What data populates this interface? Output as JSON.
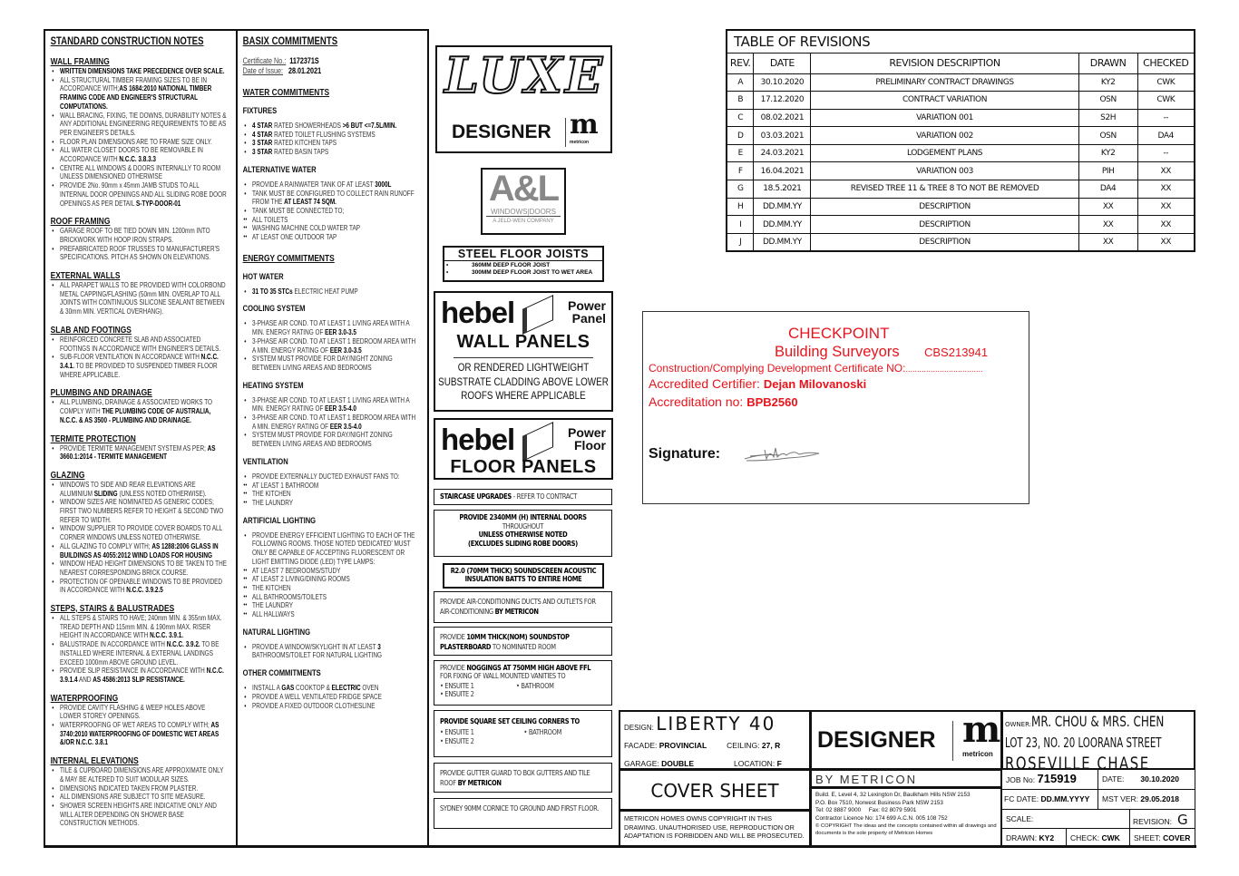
{
  "construction_notes": {
    "title": "STANDARD CONSTRUCTION NOTES",
    "sections": [
      {
        "heading": "WALL FRAMING",
        "items": [
          [
            "",
            "WRITTEN DIMENSIONS TAKE PRECEDENCE OVER SCALE."
          ],
          [
            "ALL STRUCTURAL TIMBER FRAMING SIZES TO BE IN ACCORDANCE WITH;",
            "AS 1684:2010 NATIONAL TIMBER FRAMING CODE AND ENGINEER'S STRUCTURAL COMPUTATIONS."
          ],
          [
            "WALL BRACING, FIXING, TIE DOWNS, DURABILITY NOTES & ANY ADDITIONAL ENGINEERING REQUIREMENTS TO BE AS PER ENGINEER'S DETAILS."
          ],
          [
            "FLOOR PLAN DIMENSIONS ARE TO FRAME SIZE ONLY."
          ],
          [
            "ALL WATER CLOSET DOORS TO BE REMOVABLE IN ACCORDANCE WITH ",
            "N.C.C. 3.8.3.3"
          ],
          [
            "CENTRE ALL WINDOWS & DOORS INTERNALLY TO ROOM UNLESS DIMENSIONED OTHERWISE"
          ],
          [
            "PROVIDE 2No. 90mm x 45mm JAMB STUDS TO ALL INTERNAL DOOR OPENINGS AND ALL SLIDING ROBE DOOR OPENINGS AS PER DETAIL ",
            "S-TYP-DOOR-01"
          ]
        ]
      },
      {
        "heading": "ROOF FRAMING",
        "items": [
          [
            "GARAGE ROOF TO BE TIED DOWN MIN. 1200mm INTO BRICKWORK WITH HOOP IRON STRAPS."
          ],
          [
            "PREFABRICATED ROOF TRUSSES TO MANUFACTURER'S SPECIFICATIONS. PITCH AS SHOWN ON ELEVATIONS."
          ]
        ]
      },
      {
        "heading": "EXTERNAL WALLS",
        "items": [
          [
            "ALL PARAPET WALLS TO BE PROVIDED WITH COLORBOND METAL CAPPING/FLASHING (50mm MIN. OVERLAP TO ALL JOINTS WITH CONTINUOUS SILICONE SEALANT BETWEEN & 30mm MIN. VERTICAL OVERHANG)."
          ]
        ]
      },
      {
        "heading": "SLAB AND FOOTINGS",
        "items": [
          [
            "REINFORCED CONCRETE SLAB AND ASSOCIATED FOOTINGS IN ACCORDANCE WITH ENGINEER'S DETAILS."
          ],
          [
            "SUB-FLOOR VENTILATION IN ACCORDANCE WITH ",
            "N.C.C. 3.4.1.",
            " TO BE PROVIDED TO SUSPENDED TIMBER FLOOR WHERE APPLICABLE."
          ]
        ]
      },
      {
        "heading": "PLUMBING AND DRAINAGE",
        "items": [
          [
            "ALL PLUMBING, DRAINAGE & ASSOCIATED WORKS TO COMPLY WITH ",
            "THE PLUMBING CODE OF AUSTRALIA, N.C.C. & AS 3500 - PLUMBING AND DRAINAGE."
          ]
        ]
      },
      {
        "heading": "TERMITE PROTECTION",
        "items": [
          [
            "PROVIDE TERMITE MANAGEMENT SYSTEM AS PER; ",
            "AS 3660.1:2014 - TERMITE MANAGEMENT"
          ]
        ]
      },
      {
        "heading": "GLAZING",
        "items": [
          [
            "WINDOWS TO SIDE AND REAR ELEVATIONS ARE ALUMINIUM ",
            "SLIDING",
            " (UNLESS NOTED OTHERWISE)."
          ],
          [
            "WINDOW SIZES ARE NOMINATED AS GENERIC CODES; FIRST TWO NUMBERS REFER TO HEIGHT & SECOND TWO REFER TO WIDTH."
          ],
          [
            "WINDOW SUPPLIER TO PROVIDE COVER BOARDS TO ALL CORNER WINDOWS UNLESS NOTED OTHERWISE."
          ],
          [
            "ALL GLAZING TO COMPLY WITH; ",
            "AS 1288:2006 GLASS IN BUILDINGS AS 4055:2012 WIND LOADS FOR HOUSING"
          ],
          [
            "WINDOW HEAD HEIGHT DIMENSIONS TO BE TAKEN TO THE NEAREST CORRESPONDING BRICK COURSE."
          ],
          [
            "PROTECTION OF OPENABLE WINDOWS TO BE PROVIDED IN ACCORDANCE WITH ",
            "N.C.C. 3.9.2.5"
          ]
        ]
      },
      {
        "heading": "STEPS, STAIRS & BALUSTRADES",
        "items": [
          [
            "ALL STEPS & STAIRS TO HAVE; 240mm MIN. & 355nm MAX. TREAD DEPTH AND 115mm MIN. & 190mm MAX. RISER HEIGHT IN ACCORDANCE WITH ",
            "N.C.C. 3.9.1."
          ],
          [
            "BALUSTRADE IN ACCORDANCE WITH ",
            "N.C.C. 3.9.2.",
            " TO BE INSTALLED WHERE INTERNAL & EXTERNAL LANDINGS EXCEED 1000mm ABOVE GROUND LEVEL."
          ],
          [
            "PROVIDE SLIP RESISTANCE IN ACCORDANCE WITH ",
            "N.C.C. 3.9.1.4",
            " AND ",
            "AS 4586:2013 SLIP RESISTANCE."
          ]
        ]
      },
      {
        "heading": "WATERPROOFING",
        "items": [
          [
            "PROVIDE CAVITY FLASHING & WEEP HOLES ABOVE LOWER STOREY OPENINGS."
          ],
          [
            "WATERPROOFING OF WET AREAS TO COMPLY WITH; ",
            "AS 3740:2010 WATERPROOFING OF DOMESTIC WET AREAS &/OR N.C.C. 3.8.1"
          ]
        ]
      },
      {
        "heading": "INTERNAL ELEVATIONS",
        "items": [
          [
            "TILE & CUPBOARD DIMENSIONS ARE APPROXIMATE ONLY & MAY BE ALTERED TO SUIT MODULAR SIZES."
          ],
          [
            "DIMENSIONS INDICATED TAKEN FROM PLASTER."
          ],
          [
            "ALL DIMENSIONS ARE SUBJECT TO SITE MEASURE."
          ],
          [
            "SHOWER SCREEN HEIGHTS ARE INDICATIVE ONLY AND WILL ALTER DEPENDING ON SHOWER BASE CONSTRUCTION METHODS."
          ]
        ]
      }
    ]
  },
  "basix": {
    "title": "BASIX COMMITMENTS",
    "certificate_label": "Certificate No.:",
    "certificate_no": "1172371S",
    "date_label": "Date of Issue:",
    "date": "28.01.2021",
    "groups": [
      {
        "heading": "WATER COMMITMENTS",
        "subsections": [
          {
            "heading": "FIXTURES",
            "items": [
              [
                "",
                "4 STAR",
                " RATED SHOWERHEADS ",
                ">6 BUT <=7.5L/MIN."
              ],
              [
                "",
                "4 STAR",
                " RATED TOILET FLUSHING SYSTEMS"
              ],
              [
                "",
                "3 STAR",
                " RATED KITCHEN TAPS"
              ],
              [
                "",
                "3 STAR",
                " RATED BASIN TAPS"
              ]
            ]
          },
          {
            "heading": "ALTERNATIVE WATER",
            "items": [
              [
                "PROVIDE A RAINWATER TANK OF AT LEAST ",
                "3000L"
              ],
              [
                "TANK MUST BE CONFIGURED TO COLLECT RAIN RUNOFF FROM THE ",
                "AT LEAST 74 SQM."
              ],
              [
                "TANK MUST BE CONNECTED TO;"
              ],
              {
                "sub": [
                  "ALL TOILETS",
                  "WASHING MACHINE COLD WATER TAP",
                  "AT LEAST ONE OUTDOOR TAP"
                ]
              }
            ]
          }
        ]
      },
      {
        "heading": "ENERGY COMMITMENTS",
        "subsections": [
          {
            "heading": "HOT WATER",
            "items": [
              [
                "",
                "31 TO 35 STCs",
                " ELECTRIC HEAT PUMP"
              ]
            ]
          },
          {
            "heading": "COOLING SYSTEM",
            "items": [
              [
                "3-PHASE AIR COND. TO AT LEAST 1 LIVING AREA WITH A MIN. ENERGY RATING OF ",
                "EER 3.0-3.5"
              ],
              [
                "3-PHASE AIR COND. TO AT LEAST 1 BEDROOM AREA WITH A MIN. ENERGY RATING OF ",
                "EER 3.0-3.5"
              ],
              [
                "SYSTEM MUST PROVIDE FOR DAY/NIGHT ZONING BETWEEN LIVING AREAS AND BEDROOMS"
              ]
            ]
          },
          {
            "heading": "HEATING SYSTEM",
            "items": [
              [
                "3-PHASE AIR COND. TO AT LEAST 1 LIVING AREA WITH A MIN. ENERGY RATING OF ",
                "EER 3.5-4.0"
              ],
              [
                "3-PHASE AIR COND. TO AT LEAST 1 BEDROOM AREA WITH A MIN. ENERGY RATING OF ",
                "EER 3.5-4.0"
              ],
              [
                "SYSTEM MUST PROVIDE FOR DAY/NIGHT ZONING BETWEEN LIVING AREAS AND BEDROOMS"
              ]
            ]
          },
          {
            "heading": "VENTILATION",
            "items": [
              [
                "PROVIDE EXTERNALLY DUCTED EXHAUST FANS TO:"
              ],
              {
                "sub": [
                  "AT LEAST 1 BATHROOM",
                  "THE KITCHEN",
                  "THE LAUNDRY"
                ]
              }
            ]
          },
          {
            "heading": "ARTIFICIAL LIGHTING",
            "items": [
              [
                "PROVIDE ENERGY EFFICIENT LIGHTING TO EACH OF THE FOLLOWING ROOMS. THOSE NOTED 'DEDICATED' MUST ONLY BE CAPABLE OF ACCEPTING FLUORESCENT OR LIGHT EMITTING DIODE (LED) TYPE LAMPS:"
              ],
              {
                "sub": [
                  "AT LEAST 7 BEDROOMS/STUDY",
                  "AT LEAST 2 LIVING/DINING ROOMS",
                  "THE KITCHEN",
                  "ALL BATHROOMS/TOILETS",
                  "THE LAUNDRY",
                  "ALL HALLWAYS"
                ]
              }
            ]
          },
          {
            "heading": "NATURAL LIGHTING",
            "items": [
              [
                "PROVIDE A WINDOW/SKYLIGHT IN AT LEAST ",
                "3",
                " BATHROOMS/TOILET FOR NATURAL LIGHTING"
              ]
            ]
          },
          {
            "heading": "OTHER COMMITMENTS",
            "items": [
              [
                "INSTALL A ",
                "GAS",
                " COOKTOP & ",
                "ELECTRIC",
                " OVEN"
              ],
              [
                "PROVIDE A WELL VENTILATED FRIDGE SPACE"
              ],
              [
                "PROVIDE A FIXED OUTDOOR CLOTHESLINE"
              ]
            ]
          }
        ]
      }
    ]
  },
  "logos": {
    "luxe": "LUXE",
    "designer": "DESIGNER",
    "metricon_m": "m",
    "metricon": "metricon",
    "al": "A&L",
    "al_sub": "WINDOWS|DOORS",
    "al_company": "A JELD-WEN COMPANY",
    "hebel": "hebel",
    "reg": "®"
  },
  "steel_joists": {
    "title": "STEEL FLOOR JOISTS",
    "items": [
      "360MM DEEP FLOOR JOIST",
      "300MM DEEP FLOOR JOIST TO WET AREA"
    ]
  },
  "hebel_wall": {
    "product": "Power Panel",
    "title": "WALL PANELS",
    "text": "OR RENDERED LIGHTWEIGHT SUBSTRATE CLADDING ABOVE LOWER ROOFS WHERE APPLICABLE"
  },
  "hebel_floor": {
    "product": "Power Floor",
    "title": "FLOOR PANELS"
  },
  "notes_boxes": {
    "staircase": [
      "STAIRCASE UPGRADES",
      " - REFER TO CONTRACT"
    ],
    "doors": [
      "PROVIDE 2340MM (H) INTERNAL DOORS",
      "THROUGHOUT",
      "UNLESS OTHERWISE NOTED",
      "(EXCLUDES SLIDING ROBE DOORS)"
    ],
    "r20": "R2.0 (70MM THICK) SOUNDSCREEN ACOUSTIC INSULATION BATTS TO ENTIRE HOME",
    "aircon": [
      "PROVIDE AIR-CONDITIONING DUCTS AND OUTLETS FOR AIR-CONDITIONING ",
      "BY METRICON"
    ],
    "soundstop": [
      "PROVIDE ",
      "10MM THICK(NOM) SOUNDSTOP PLASTERBOARD",
      " TO NOMINATED ROOM"
    ],
    "noggings": {
      "lead": "PROVIDE ",
      "bold": "NOGGINGS AT 750MM HIGH ABOVE FFL",
      "rest": "FOR FIXING OF WALL MOUNTED VANITIES TO",
      "left": [
        "ENSUITE 1",
        "ENSUITE 2"
      ],
      "right": [
        "BATHROOM"
      ]
    },
    "square_set": {
      "title": "PROVIDE SQUARE SET CEILING CORNERS TO",
      "left": [
        "ENSUITE 1",
        "ENSUITE 2"
      ],
      "right": [
        "BATHROOM"
      ]
    },
    "gutter": [
      "PROVIDE GUTTER GUARD TO BOX GUTTERS AND TILE ROOF ",
      "BY METRICON"
    ],
    "cornice": "SYDNEY 90MM CORNICE TO GROUND AND FIRST FLOOR."
  },
  "revisions": {
    "title": "TABLE OF REVISIONS",
    "columns": [
      "REV.",
      "DATE",
      "REVISION DESCRIPTION",
      "DRAWN",
      "CHECKED"
    ],
    "rows": [
      [
        "A",
        "30.10.2020",
        "PRELIMINARY CONTRACT DRAWINGS",
        "KY2",
        "CWK"
      ],
      [
        "B",
        "17.12.2020",
        "CONTRACT VARIATION",
        "OSN",
        "CWK"
      ],
      [
        "C",
        "08.02.2021",
        "VARIATION 001",
        "S2H",
        "--"
      ],
      [
        "D",
        "03.03.2021",
        "VARIATION 002",
        "OSN",
        "DA4"
      ],
      [
        "E",
        "24.03.2021",
        "LODGEMENT PLANS",
        "KY2",
        "--"
      ],
      [
        "F",
        "16.04.2021",
        "VARIATION 003",
        "PIH",
        "XX"
      ],
      [
        "G",
        "18.5.2021",
        "REVISED TREE 11 & TREE 8 TO NOT BE REMOVED",
        "DA4",
        "XX"
      ],
      [
        "H",
        "DD.MM.YY",
        "DESCRIPTION",
        "XX",
        "XX"
      ],
      [
        "I",
        "DD.MM.YY",
        "DESCRIPTION",
        "XX",
        "XX"
      ],
      [
        "J",
        "DD.MM.YY",
        "DESCRIPTION",
        "XX",
        "XX"
      ]
    ]
  },
  "checkpoint": {
    "name": "CHECKPOINT",
    "sub": "Building Surveyors",
    "code": "CBS213941",
    "cert_label": "Construction/Complying Development Certificate NO:",
    "cert_dots": "..................................",
    "certifier_label": "Accredited Certifier:",
    "certifier": "Dejan Milovanoski",
    "accreditation_label": "Accreditation no:",
    "accreditation": "BPB2560",
    "signature_label": "Signature:",
    "color": "#e8141c"
  },
  "title_block": {
    "design_label": "DESIGN:",
    "design": "LIBERTY 40",
    "facade_label": "FACADE:",
    "facade": "PROVINCIAL",
    "ceiling_label": "CEILING:",
    "ceiling": "27, R",
    "garage_label": "GARAGE:",
    "garage": "DOUBLE",
    "location_label": "LOCATION:",
    "location": "F",
    "sheet_title": "COVER SHEET",
    "copyright_notice": "METRICON HOMES OWNS COPYRIGHT IN THIS DRAWING. UNAUTHORISED USE, REPRODUCTION OR ADAPTATION IS FORBIDDEN AND WILL BE PROSECUTED.",
    "by": "BY METRICON",
    "address": [
      "Build. E, Level 4, 32 Lexington Dr, Baulkham Hills NSW 2153",
      "P.O. Box 7510, Norwest Business Park NSW 2153",
      "Tel: 02 8887 9000     Fax: 02 8079 5901",
      "Contractor Licence No: 174 699 A.C.N. 005 108 752"
    ],
    "copyright": "© COPYRIGHT The ideas and the concepts contained within all drawings and documents is the sole property of Metricon Homes",
    "owner_label": "OWNER:",
    "owner": "MR. CHOU & MRS. CHEN",
    "lot": "LOT 23, NO. 20 LOORANA STREET",
    "suburb": "ROSEVILLE CHASE",
    "job_label": "JOB No:",
    "job": "715919",
    "date_label": "DATE:",
    "date": "30.10.2020",
    "fc_label": "FC DATE:",
    "fc": "DD.MM.YYYY",
    "mst_label": "MST VER:",
    "mst": "29.05.2018",
    "scale_label": "SCALE:",
    "revision_label": "REVISION:",
    "revision": "G",
    "drawn_label": "DRAWN:",
    "drawn": "KY2",
    "check_label": "CHECK:",
    "check": "CWK",
    "sheet_label": "SHEET:",
    "sheet": "COVER"
  }
}
